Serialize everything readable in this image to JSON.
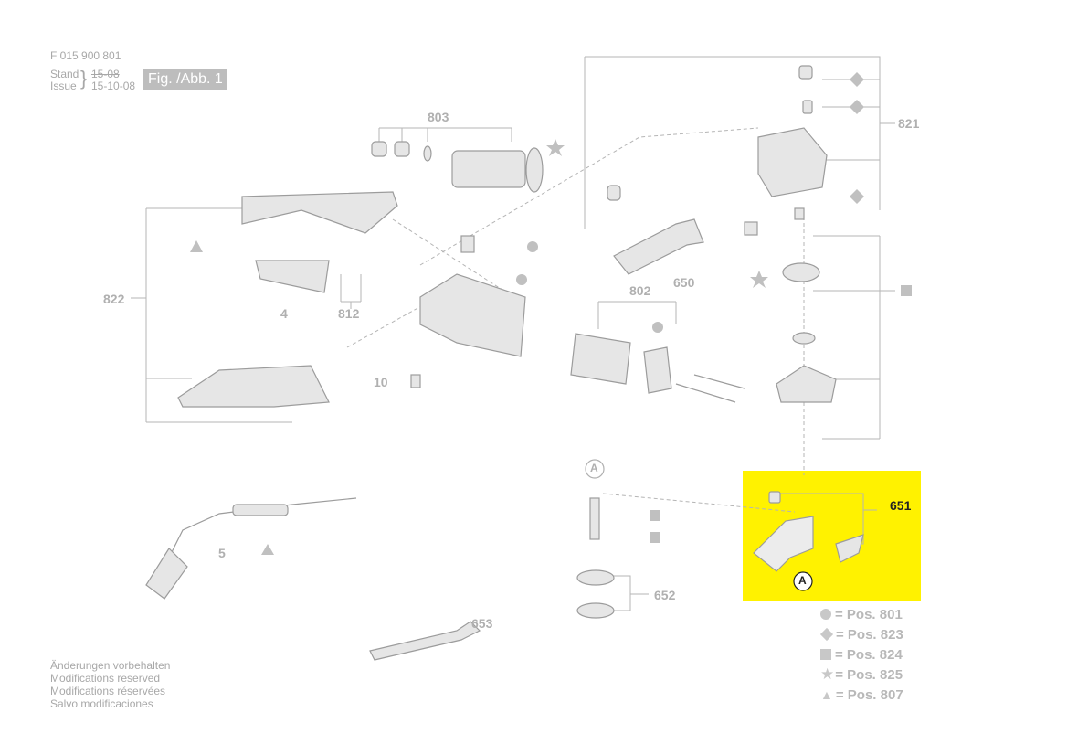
{
  "header": {
    "doc_number": "F 015 900 801",
    "stand_label": "Stand",
    "stand_value": "15-08",
    "issue_label": "Issue",
    "issue_value": "15-10-08",
    "figure_label": "Fig. /Abb. 1"
  },
  "part_labels": {
    "p803": "803",
    "p821": "821",
    "p822": "822",
    "p4": "4",
    "p812": "812",
    "p650": "650",
    "p802": "802",
    "p10": "10",
    "p651": "651",
    "p5": "5",
    "p652": "652",
    "p653": "653",
    "callout_a": "A"
  },
  "highlight_color": "#fff200",
  "legend": [
    {
      "symbol": "circle",
      "text": "= Pos. 801"
    },
    {
      "symbol": "diamond",
      "text": "= Pos. 823"
    },
    {
      "symbol": "square",
      "text": "= Pos. 824"
    },
    {
      "symbol": "star",
      "text": "= Pos. 825"
    },
    {
      "symbol": "triangle",
      "text": "= Pos. 807"
    }
  ],
  "footer": [
    "Änderungen vorbehalten",
    "Modifications reserved",
    "Modifications réservées",
    "Salvo modificaciones"
  ]
}
